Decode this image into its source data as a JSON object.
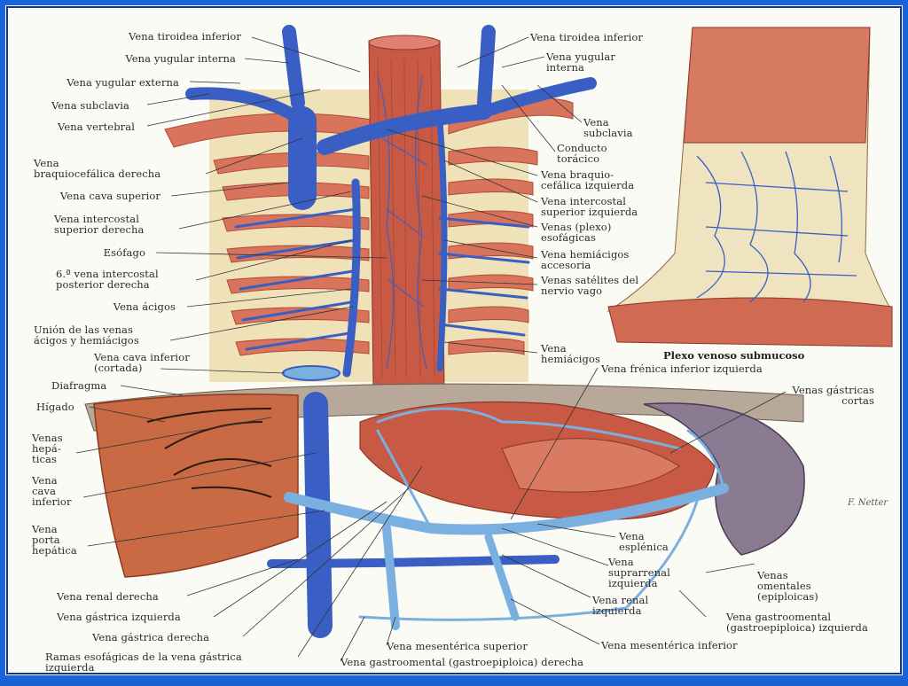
{
  "colors": {
    "border": "#1b63d8",
    "vein_dark": "#3a5fc4",
    "vein_light": "#7ab0e0",
    "muscle": "#c8553f",
    "liver": "#c96a45",
    "spleen": "#8a7a92",
    "rib_bone": "#e8d4a0",
    "background": "#fbfbf6"
  },
  "labels_left": [
    "Vena tiroidea inferior",
    "Vena yugular interna",
    "Vena yugular externa",
    "Vena subclavia",
    "Vena vertebral",
    "Vena\nbraquiocefálica derecha",
    "Vena cava superior",
    "Vena intercostal\nsuperior derecha",
    "Esófago",
    "6.ª vena intercostal\nposterior derecha",
    "Vena ácigos",
    "Unión de las venas\nácigos y hemiácigos",
    "Vena cava inferior\n(cortada)",
    "Diafragma",
    "Hígado",
    "Venas\nhepá-\nticas",
    "Vena\ncava\ninferior",
    "Vena\nporta\nhepática",
    "Vena renal derecha",
    "Vena gástrica izquierda",
    "Vena gástrica derecha",
    "Ramas esofágicas de la vena gástrica\nizquierda"
  ],
  "labels_right": [
    "Vena tiroidea inferior",
    "Vena yugular\ninterna",
    "Vena\nsubclavia",
    "Conducto\ntorácico",
    "Vena braquio-\ncefálica izquierda",
    "Vena intercostal\nsuperior izquierda",
    "Venas (plexo)\nesofágicas",
    "Vena hemiácigos\naccesoria",
    "Venas satélites del\nnervio vago",
    "Vena\nhemiácigos",
    "Vena frénica inferior izquierda",
    "Venas gástricas\ncortas",
    "Vena\nesplénica",
    "Vena\nsuprarrenal\nizquierda",
    "Venas\nomentales\n(epiploicas)",
    "Vena renal\nizquierda",
    "Vena gastroomental\n(gastroepiploica) izquierda",
    "Vena mesentérica inferior"
  ],
  "labels_bottom": [
    "Vena mesentérica superior",
    "Vena gastroomental (gastroepiploica) derecha"
  ],
  "inset_caption": "Plexo venoso submucoso",
  "signature": "F. Netter"
}
